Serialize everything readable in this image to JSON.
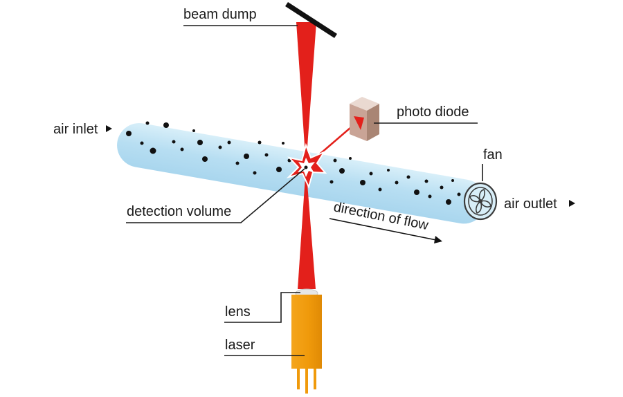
{
  "labels": {
    "beam_dump": "beam dump",
    "photo_diode": "photo diode",
    "air_inlet": "air inlet",
    "fan": "fan",
    "air_outlet": "air outlet",
    "detection_volume": "detection volume",
    "direction_of_flow": "direction of flow",
    "lens": "lens",
    "laser": "laser"
  },
  "colors": {
    "beam": "#e3201b",
    "tube": "#bfe3f4",
    "laser_body": "#f09a0b",
    "diode": "#c9a496",
    "particle": "#111111"
  }
}
